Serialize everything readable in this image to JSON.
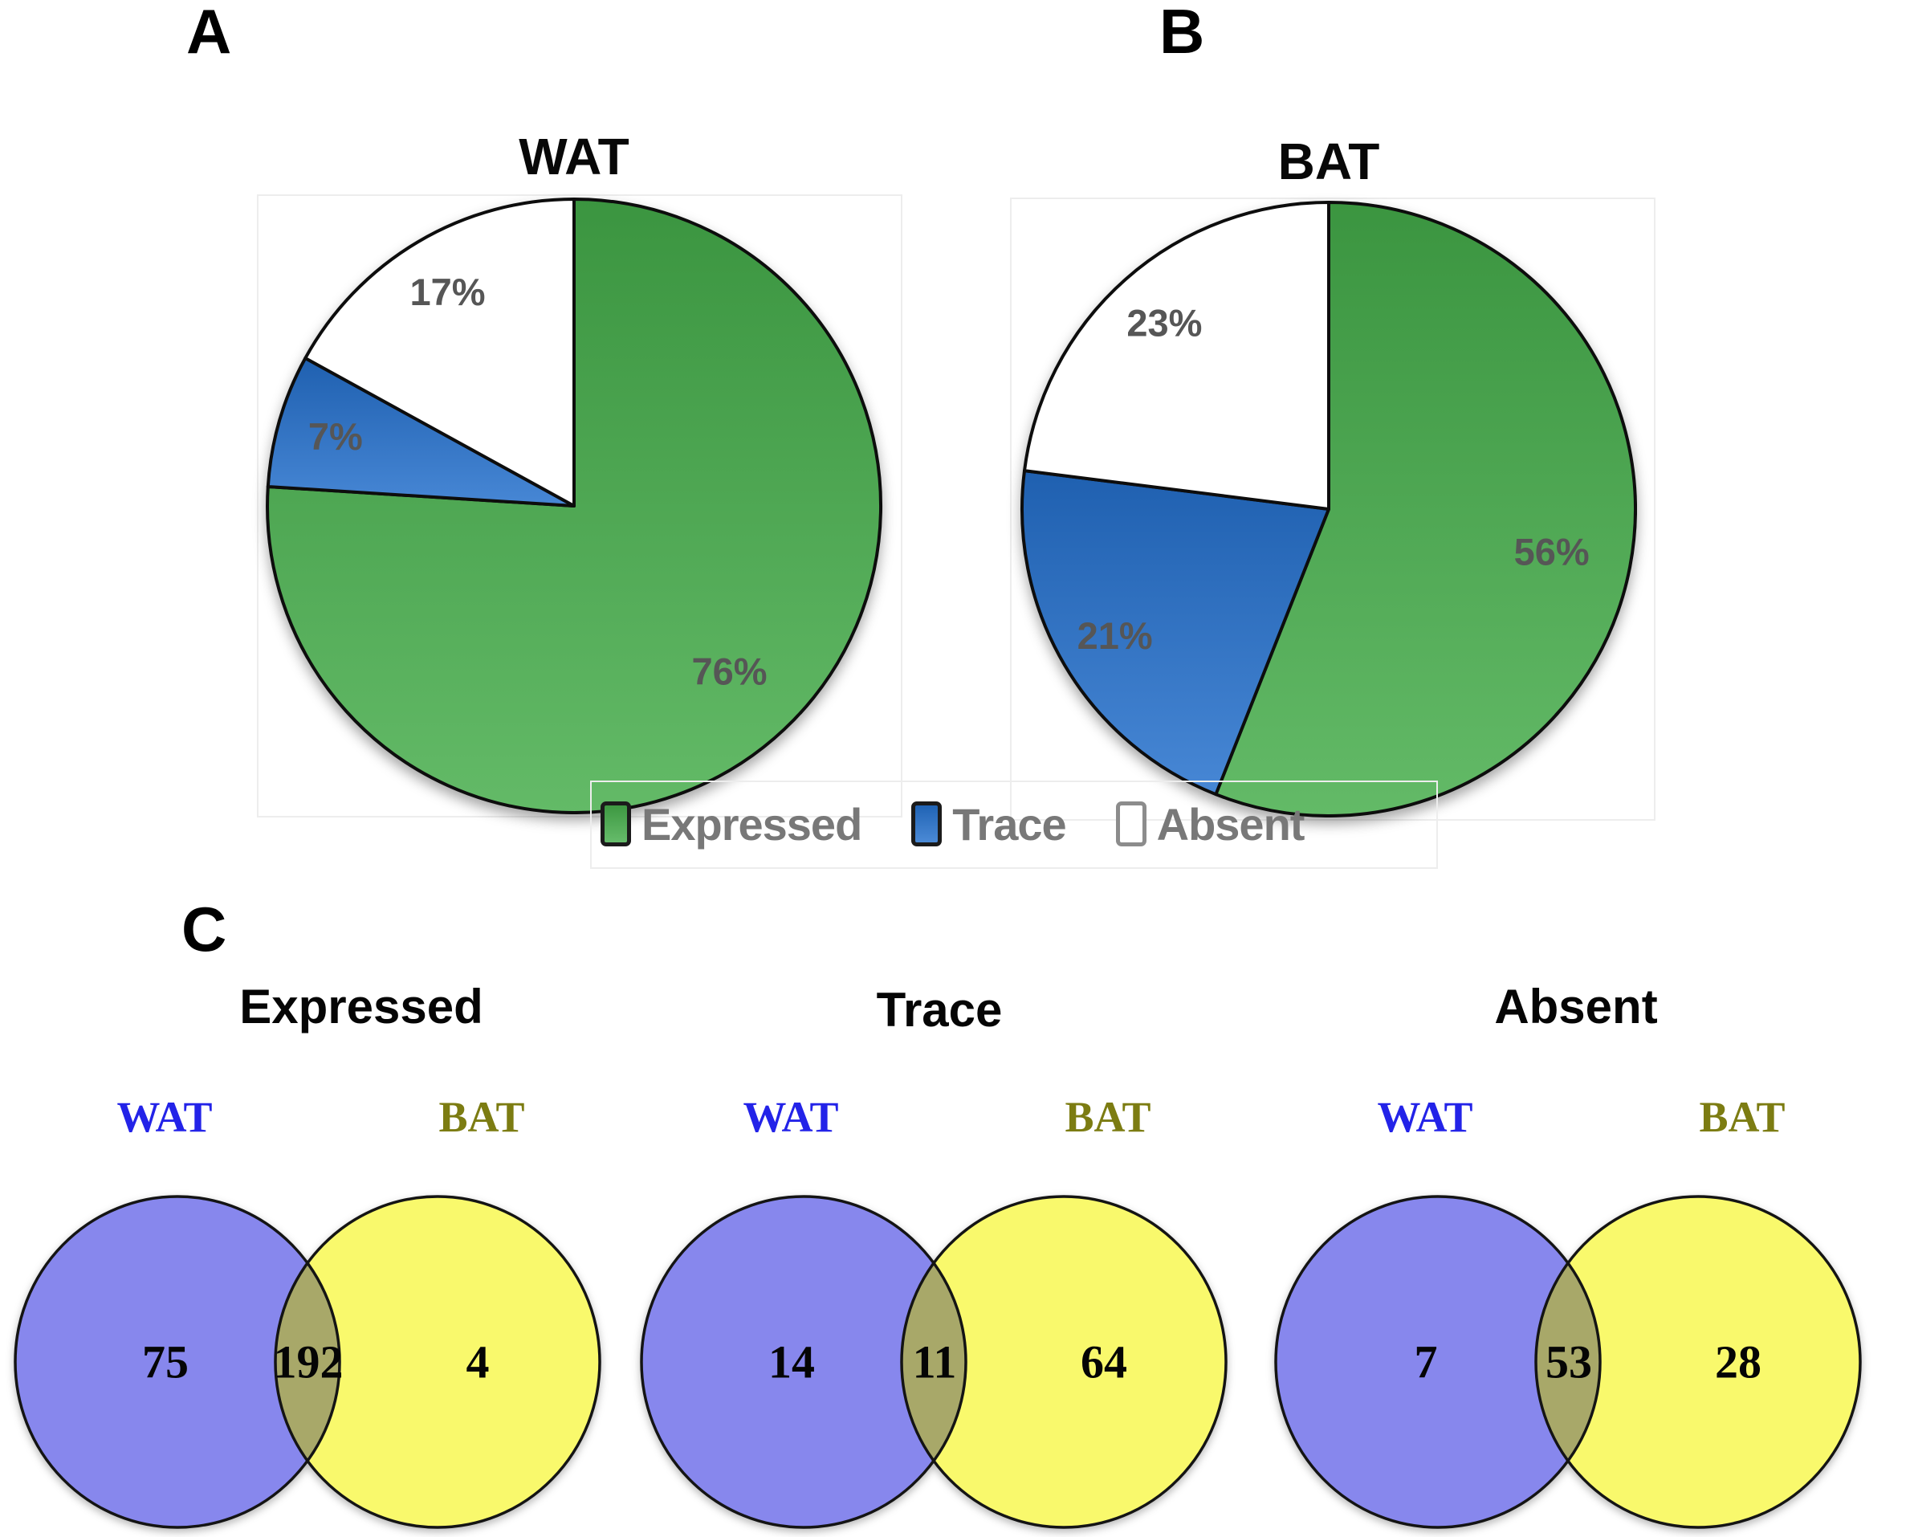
{
  "figure": {
    "panel_a_label": "A",
    "panel_b_label": "B",
    "panel_c_label": "C"
  },
  "legend": {
    "items": [
      {
        "label": "Expressed",
        "color": "#45ad4a"
      },
      {
        "label": "Trace",
        "color": "#2470cd"
      },
      {
        "label": "Absent",
        "color": "#ffffff"
      }
    ]
  },
  "chart_data": [
    {
      "type": "pie",
      "panel": "A",
      "title": "WAT",
      "categories": [
        "Expressed",
        "Trace",
        "Absent"
      ],
      "values": [
        76,
        7,
        17
      ],
      "unit": "%",
      "colors": [
        "#45ad4a",
        "#2470cd",
        "#ffffff"
      ],
      "start_angle": "top",
      "direction": "clockwise",
      "label_color": "#565656"
    },
    {
      "type": "pie",
      "panel": "B",
      "title": "BAT",
      "categories": [
        "Expressed",
        "Trace",
        "Absent"
      ],
      "values": [
        56,
        21,
        23
      ],
      "unit": "%",
      "colors": [
        "#45ad4a",
        "#2470cd",
        "#ffffff"
      ],
      "start_angle": "top",
      "direction": "clockwise",
      "label_color": "#565656"
    },
    {
      "type": "venn",
      "panel": "C",
      "title": "Expressed",
      "sets": [
        {
          "name": "WAT",
          "color": "#8787ed",
          "label_color": "#2323e8"
        },
        {
          "name": "BAT",
          "color": "#f9f96c",
          "label_color": "#7c7c12"
        }
      ],
      "values": {
        "wat_only": 75,
        "overlap": 192,
        "bat_only": 4
      },
      "overlap_color": "#a8a869"
    },
    {
      "type": "venn",
      "panel": "C",
      "title": "Trace",
      "sets": [
        {
          "name": "WAT",
          "color": "#8787ed",
          "label_color": "#2323e8"
        },
        {
          "name": "BAT",
          "color": "#f9f96c",
          "label_color": "#7c7c12"
        }
      ],
      "values": {
        "wat_only": 14,
        "overlap": 11,
        "bat_only": 64
      },
      "overlap_color": "#a8a869"
    },
    {
      "type": "venn",
      "panel": "C",
      "title": "Absent",
      "sets": [
        {
          "name": "WAT",
          "color": "#8787ed",
          "label_color": "#2323e8"
        },
        {
          "name": "BAT",
          "color": "#f9f96c",
          "label_color": "#7c7c12"
        }
      ],
      "values": {
        "wat_only": 7,
        "overlap": 53,
        "bat_only": 28
      },
      "overlap_color": "#a8a869"
    }
  ]
}
